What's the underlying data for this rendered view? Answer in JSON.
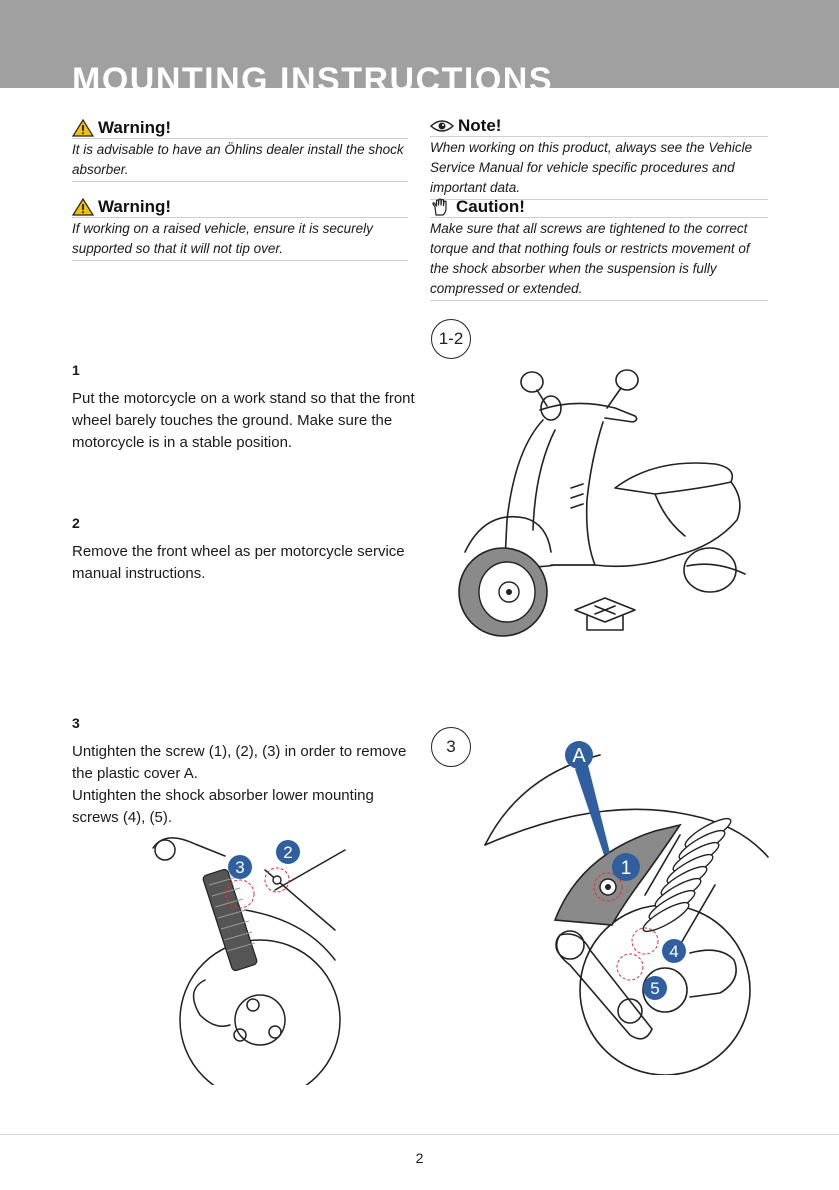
{
  "header": {
    "title": "MOUNTING INSTRUCTIONS"
  },
  "notices": {
    "warning1": {
      "heading": "Warning!",
      "text": "It is advisable to have an Öhlins dealer install the shock absorber."
    },
    "warning2": {
      "heading": "Warning!",
      "text": "If working on a raised vehicle, ensure it is securely supported so that it will not tip over."
    },
    "note": {
      "heading": "Note!",
      "text": "When working on this product, always see the Vehicle Service Manual for vehicle specific procedures and important data."
    },
    "caution": {
      "heading": "Caution!",
      "text": "Make sure that all screws are tightened to the correct torque and that nothing fouls or restricts movement of the shock absorber when the suspension is fully compressed or extended."
    }
  },
  "steps": [
    {
      "number": "1",
      "text": "Put the motorcycle on a work stand so that the front wheel barely touches the ground. Make sure the motorcycle is in a stable position."
    },
    {
      "number": "2",
      "text": "Remove the front wheel as per motorcycle service manual instructions."
    },
    {
      "number": "3",
      "text": "Untighten the screw (1), (2), (3) in order to remove the plastic cover A.\n  Untighten the shock absorber lower mounting screws (4), (5)."
    }
  ],
  "figures": {
    "fig_1_2": {
      "label": "1-2"
    },
    "fig_3": {
      "label": "3",
      "callouts": {
        "a": "A",
        "one": "1",
        "four": "4",
        "five": "5"
      }
    },
    "fig_left": {
      "callouts": {
        "three": "3",
        "two": "2"
      }
    }
  },
  "colors": {
    "header_band": "#a0a0a0",
    "callout_blue": "#2f5f9e",
    "warning_yellow": "#f2c200",
    "tire_gray": "#8a8a8a"
  },
  "footer": {
    "page_number": "2"
  }
}
